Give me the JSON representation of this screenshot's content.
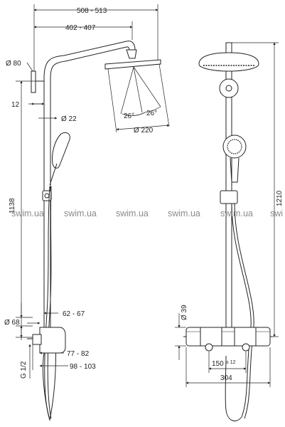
{
  "dimensions": {
    "overall_width": "508 - 513",
    "arm_length": "402 - 407",
    "wall_bracket_dia": "Ø 80",
    "wall_offset": "12",
    "pipe_dia": "Ø 22",
    "spray_angle_left": "26°",
    "spray_angle_right": "26°",
    "head_dia": "Ø 220",
    "riser_length": "1138",
    "mixer_offset_a": "62 - 67",
    "mixer_body_dia": "Ø 68",
    "connection_thread": "G 1/2",
    "mixer_offset_b": "77 - 82",
    "mixer_offset_c": "98 - 103",
    "valve_height": "Ø 39",
    "connection_spacing": "150",
    "connection_tolerance": "± 12",
    "mixer_width": "304",
    "total_height": "1210"
  },
  "watermark": {
    "text": "swim.ua",
    "partial": "swi"
  }
}
